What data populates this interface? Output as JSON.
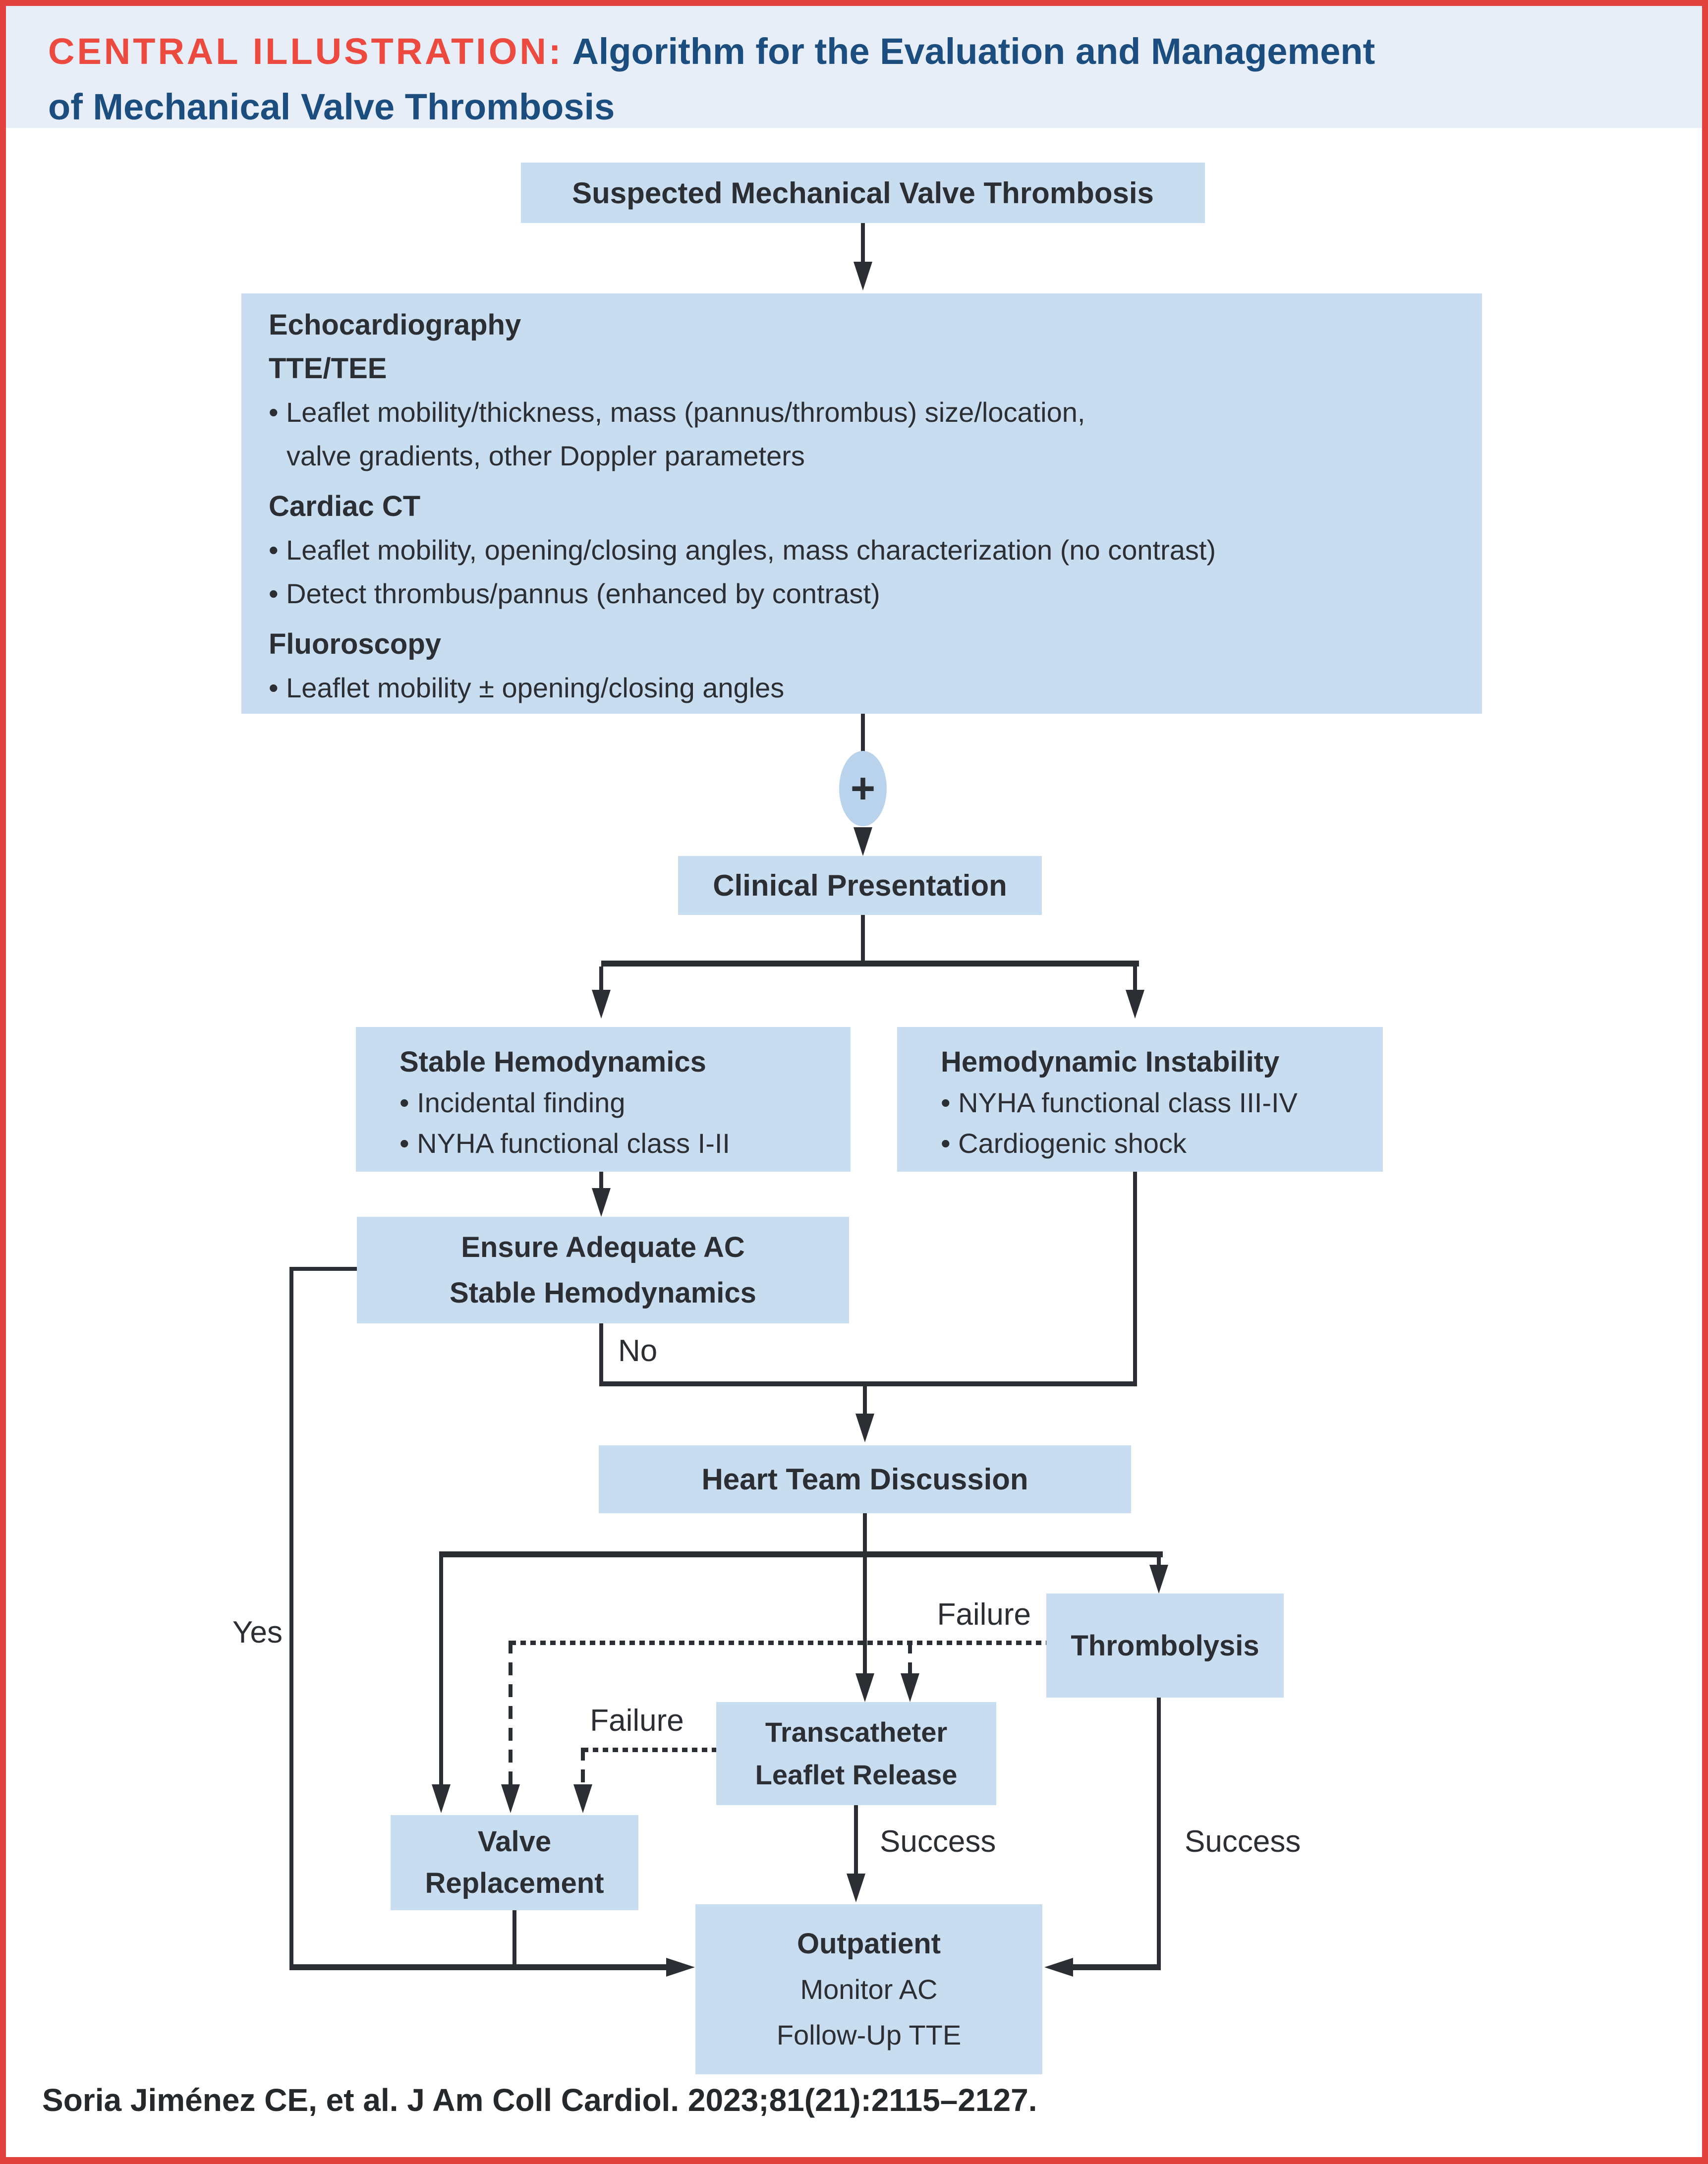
{
  "header": {
    "kicker": "CENTRAL ILLUSTRATION:",
    "title_rest": "Algorithm for the Evaluation and Management",
    "title_line2": "of Mechanical Valve Thrombosis"
  },
  "colors": {
    "border_red": "#e2423d",
    "kicker_red": "#ec4a3f",
    "title_navy": "#1b4e7f",
    "node_fill": "#c9ddf0",
    "plus_ellipse_fill": "#b9d3ec",
    "ink": "#2b2e33",
    "header_background": "#e8eef8"
  },
  "nodes": {
    "suspected": "Suspected Mechanical Valve Thrombosis",
    "clinical": "Clinical Presentation",
    "stable": {
      "title": "Stable Hemodynamics",
      "bullet1": "• Incidental finding",
      "bullet2": "• NYHA functional class I-II"
    },
    "instability": {
      "title": "Hemodynamic Instability",
      "bullet1": "• NYHA functional class III-IV",
      "bullet2": "• Cardiogenic shock"
    },
    "ensure": {
      "line1": "Ensure Adequate AC",
      "line2": "Stable Hemodynamics"
    },
    "heart_team": "Heart Team Discussion",
    "thrombolysis": "Thrombolysis",
    "transcatheter": {
      "line1": "Transcatheter",
      "line2": "Leaflet Release"
    },
    "valve": {
      "line1": "Valve",
      "line2": "Replacement"
    },
    "outpatient": {
      "line1": "Outpatient",
      "line2": "Monitor AC",
      "line3": "Follow-Up TTE"
    }
  },
  "evaluation": {
    "modalities": [
      {
        "heading": "Echocardiography",
        "subheading": "TTE/TEE",
        "bullet1": "• Leaflet mobility/thickness, mass (pannus/thrombus) size/location,",
        "bullet1_cont": "valve gradients, other Doppler parameters"
      },
      {
        "heading": "Cardiac CT",
        "bullet1": "• Leaflet mobility, opening/closing angles, mass characterization (no contrast)",
        "bullet2": "• Detect thrombus/pannus (enhanced by contrast)"
      },
      {
        "heading": "Fluoroscopy",
        "bullet1": "• Leaflet mobility ± opening/closing angles"
      }
    ]
  },
  "edge_labels": {
    "plus": "+",
    "no": "No",
    "yes": "Yes",
    "failure_thrombolysis": "Failure",
    "failure_transcatheter": "Failure",
    "success_transcatheter": "Success",
    "success_thrombolysis": "Success"
  },
  "citation": "Soria Jiménez CE, et al. J Am Coll Cardiol. 2023;81(21):2115–2127."
}
